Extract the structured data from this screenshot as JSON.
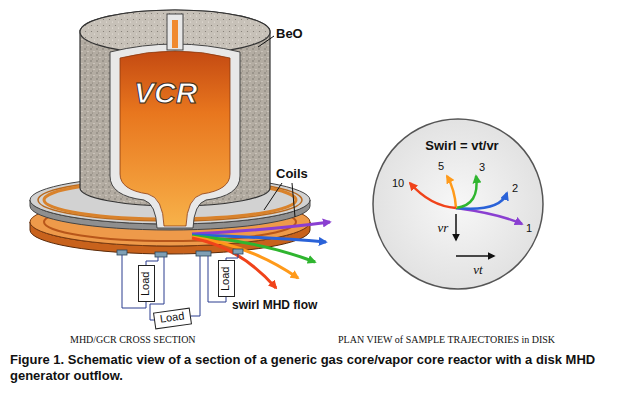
{
  "diagram": {
    "caption": "Figure 1. Schematic view of a section of a generic gas core/vapor core reactor with a disk MHD generator outflow.",
    "nodes": [
      {
        "text": [
          "Load"
        ]
      },
      {
        "text": [
          "Load"
        ]
      },
      {
        "text": [
          "Load"
        ]
      },
      {
        "text": [
          "Swirl = vt/vr",
          "10",
          "5",
          "3",
          "2",
          "1",
          "vr",
          "vt"
        ]
      }
    ],
    "labels": [
      "BeO",
      "VCR",
      "Coils",
      "swirl MHD flow",
      "MHD/GCR CROSS SECTION",
      "PLAN VIEW of SAMPLE TRAJECTORIES in DISK"
    ]
  }
}
